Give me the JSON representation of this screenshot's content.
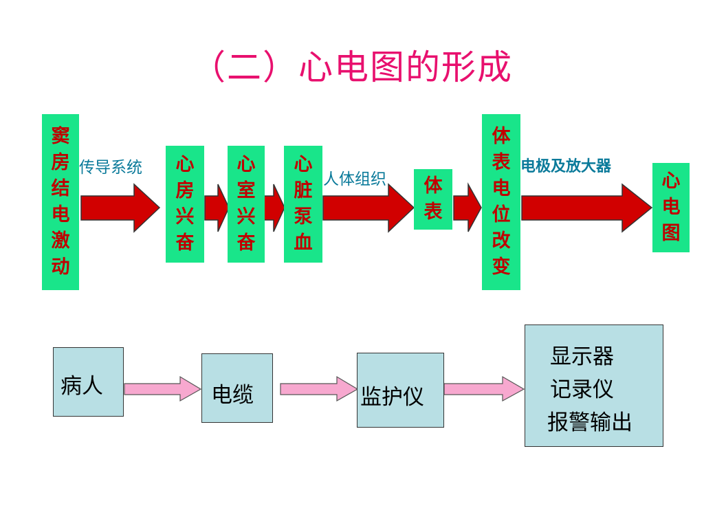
{
  "title": "（二）心电图的形成",
  "top_flow": {
    "boxes": [
      {
        "text": "窦房结电激动"
      },
      {
        "text": "心房兴奋"
      },
      {
        "text": "心室兴奋"
      },
      {
        "text": "心脏泵血"
      },
      {
        "text": "体表"
      },
      {
        "text": "体表电位改变"
      },
      {
        "text": "心电图"
      }
    ],
    "labels": {
      "conduction": "传导系统",
      "tissue": "人体组织",
      "electrode": "电极及放大器"
    }
  },
  "bottom_flow": {
    "patient": "病人",
    "cable": "电缆",
    "monitor": "监护仪",
    "outputs": [
      "显示器",
      "记录仪",
      "报警输出"
    ]
  },
  "colors": {
    "title": "#e8106e",
    "green_box": "#19e58a",
    "box_text": "#c00000",
    "red_arrow": "#d10000",
    "pink_arrow": "#f7a8cf",
    "teal_label": "#0a7a9a",
    "blue_box": "#b8dfe4"
  }
}
